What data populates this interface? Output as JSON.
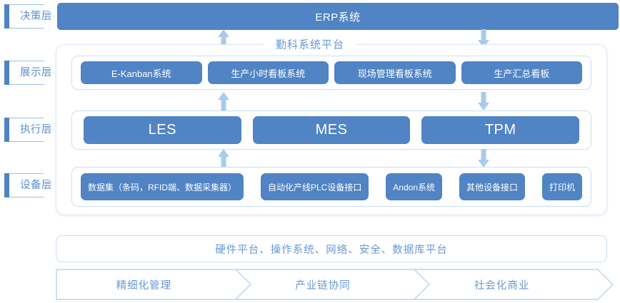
{
  "colors": {
    "box_fill": "#5084c4",
    "text_blue": "#6699d6",
    "border_light": "#c9def2",
    "arrow": "#a8cbe9"
  },
  "layer_tags": [
    {
      "label": "决策层"
    },
    {
      "label": "展示层"
    },
    {
      "label": "执行层"
    },
    {
      "label": "设备层"
    }
  ],
  "top_bar": {
    "label": "ERP系统"
  },
  "platform": {
    "title": "勤科系统平台"
  },
  "display_layer": {
    "items": [
      {
        "label": "E-Kanban系统"
      },
      {
        "label": "生产小时看板系统"
      },
      {
        "label": "现场管理看板系统"
      },
      {
        "label": "生产汇总看板"
      }
    ]
  },
  "execution_layer": {
    "items": [
      {
        "label": "LES"
      },
      {
        "label": "MES"
      },
      {
        "label": "TPM"
      }
    ]
  },
  "equipment_layer": {
    "items": [
      {
        "label": "数据集（条码，RFID端、数据采集器）"
      },
      {
        "label": "自动化产线PLC设备接口"
      },
      {
        "label": "Andon系统"
      },
      {
        "label": "其他设备接口"
      },
      {
        "label": "打印机"
      }
    ]
  },
  "hardware_bar": {
    "label": "硬件平台、操作系统、网络、安全、数据库平台"
  },
  "chevrons": [
    {
      "label": "精细化管理"
    },
    {
      "label": "产业链协同"
    },
    {
      "label": "社会化商业"
    }
  ],
  "arrows": [
    {
      "name": "arrow-up-erp",
      "direction": "up"
    },
    {
      "name": "arrow-down-erp",
      "direction": "down"
    },
    {
      "name": "arrow-up-display",
      "direction": "up"
    },
    {
      "name": "arrow-down-display",
      "direction": "down"
    },
    {
      "name": "arrow-up-exec",
      "direction": "up"
    },
    {
      "name": "arrow-down-exec",
      "direction": "down"
    }
  ]
}
